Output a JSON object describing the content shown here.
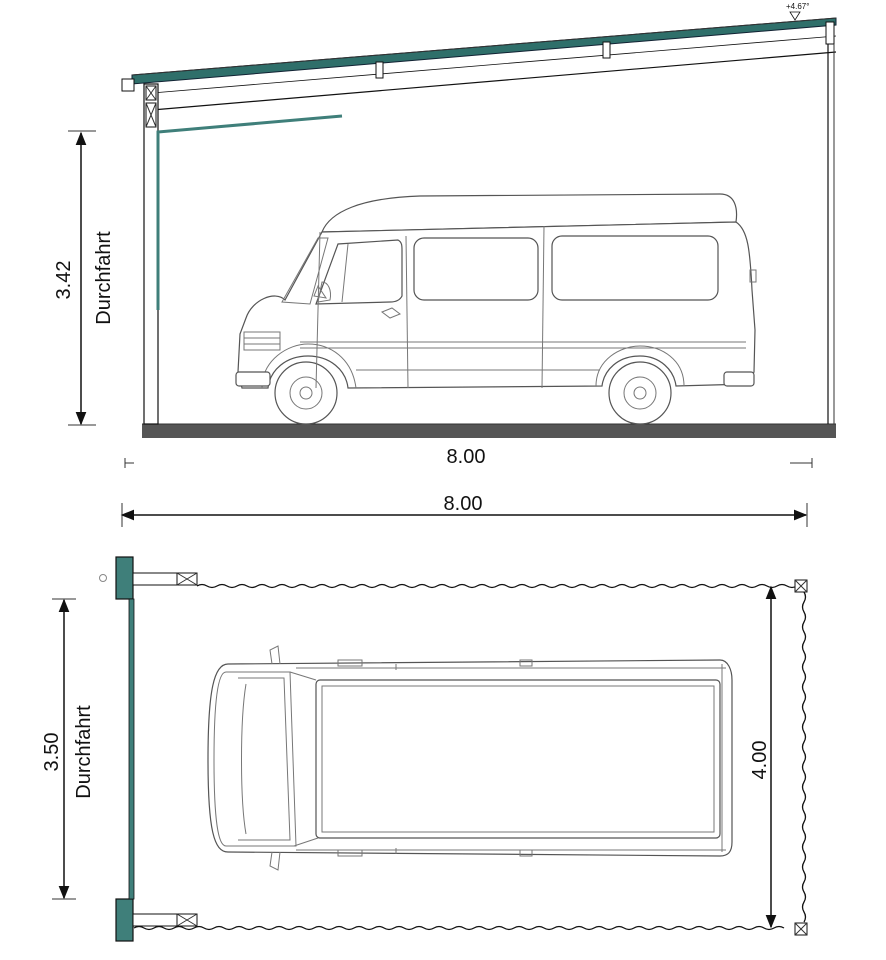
{
  "elevation": {
    "height_value": "3.42",
    "height_label": "Durchfahrt",
    "width_value": "8.00",
    "top_level": "+4.67°"
  },
  "plan": {
    "width_value": "8.00",
    "gate_value": "3.50",
    "gate_label": "Durchfahrt",
    "depth_value": "4.00"
  },
  "colors": {
    "roof": "#2f6f6a",
    "gate": "#3f7f7a",
    "ground": "#555555",
    "line": "#111111"
  }
}
